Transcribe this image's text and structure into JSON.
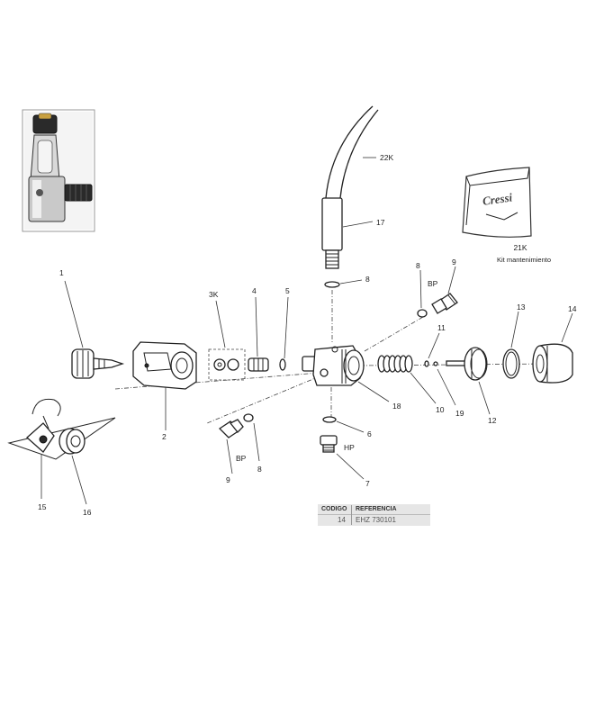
{
  "labels": {
    "p1": "1",
    "p2": "2",
    "p3k": "3K",
    "p4": "4",
    "p5": "5",
    "p6": "6",
    "p7": "7",
    "p8a": "8",
    "p8b": "8",
    "p8c": "8",
    "p9a": "9",
    "p9b": "9",
    "p10": "10",
    "p11": "11",
    "p12": "12",
    "p13": "13",
    "p14": "14",
    "p15": "15",
    "p16": "16",
    "p17": "17",
    "p18": "18",
    "p19": "19",
    "p21k": "21K",
    "kit": "Kit mantenimiento",
    "p22k": "22K",
    "bp_top": "BP",
    "bp_bottom": "BP",
    "hp": "HP",
    "bag_logo": "Cressi"
  },
  "table": {
    "header_code": "CODIGO",
    "header_ref": "REFERENCIA",
    "code": "14",
    "reference": "EHZ 730101"
  }
}
